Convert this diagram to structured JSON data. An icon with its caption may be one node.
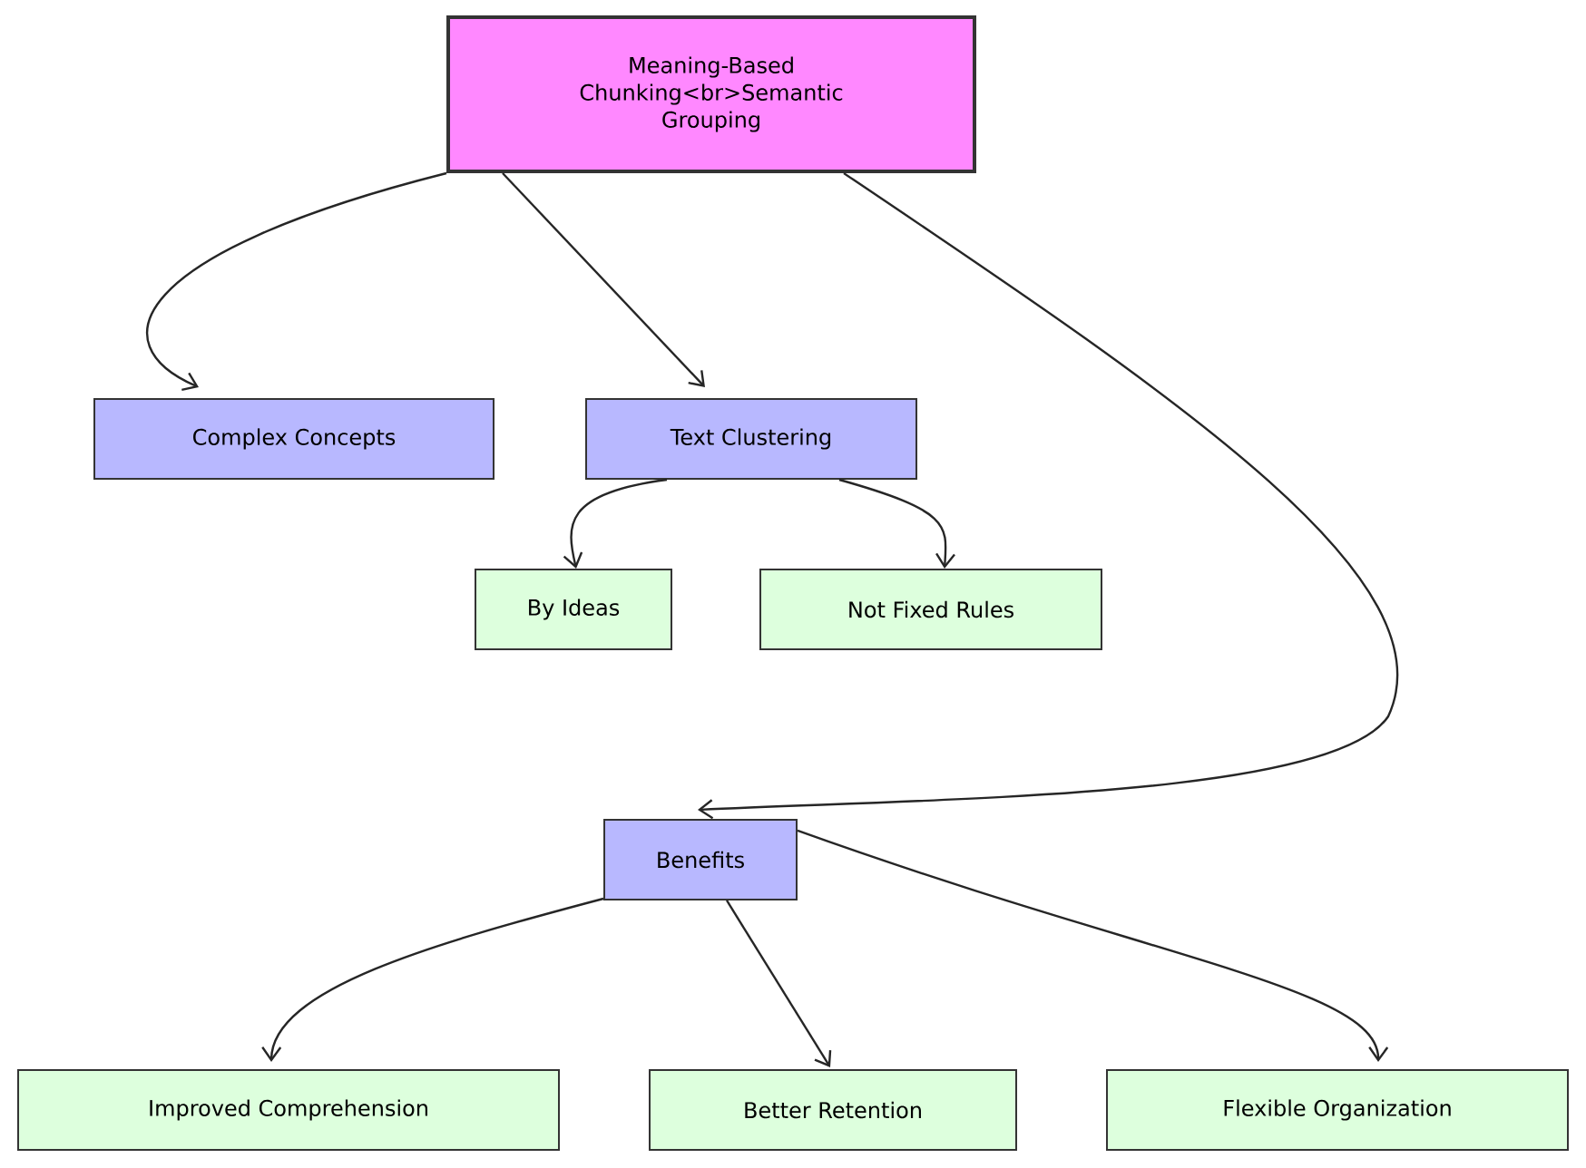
{
  "diagram": {
    "nodes": [
      {
        "text": [
          "Meaning-Based Chunking<br>Semantic Grouping"
        ]
      },
      {
        "text": [
          "Complex Concepts"
        ]
      },
      {
        "text": [
          "Text Clustering"
        ]
      },
      {
        "text": [
          "By Ideas"
        ]
      },
      {
        "text": [
          "Not Fixed Rules"
        ]
      },
      {
        "text": [
          "Benefits"
        ]
      },
      {
        "text": [
          "Improved Comprehension"
        ]
      },
      {
        "text": [
          "Better Retention"
        ]
      },
      {
        "text": [
          "Flexible Organization"
        ]
      }
    ],
    "edges": [
      {
        "from": 0,
        "to": 1,
        "arrow": "to"
      },
      {
        "from": 0,
        "to": 2,
        "arrow": "to"
      },
      {
        "from": 0,
        "to": 5,
        "arrow": "to"
      },
      {
        "from": 2,
        "to": 3,
        "arrow": "to"
      },
      {
        "from": 2,
        "to": 4,
        "arrow": "to"
      },
      {
        "from": 5,
        "to": 6,
        "arrow": "to"
      },
      {
        "from": 5,
        "to": 7,
        "arrow": "to"
      },
      {
        "from": 5,
        "to": 8,
        "arrow": "to"
      }
    ]
  }
}
